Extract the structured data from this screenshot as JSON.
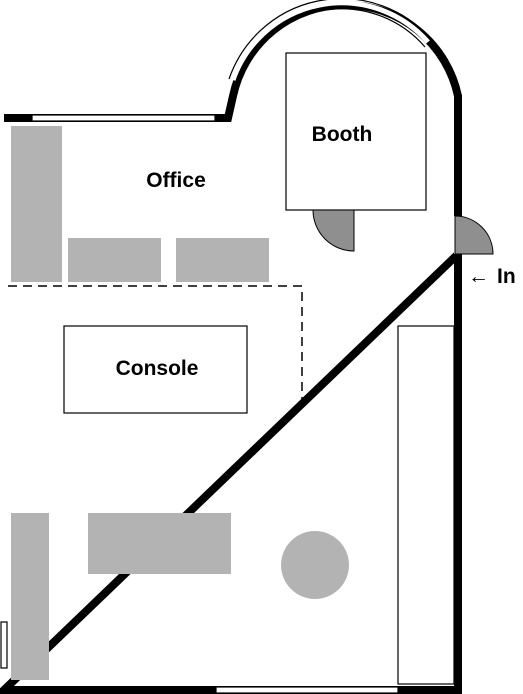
{
  "labels": {
    "office": "Office",
    "booth": "Booth",
    "console": "Console",
    "entrance": "In",
    "entrance_arrow": "←"
  },
  "colors": {
    "wall": "#000000",
    "furniture": "#b3b3b3",
    "door": "#8f8f8f",
    "floor": "#ffffff"
  }
}
